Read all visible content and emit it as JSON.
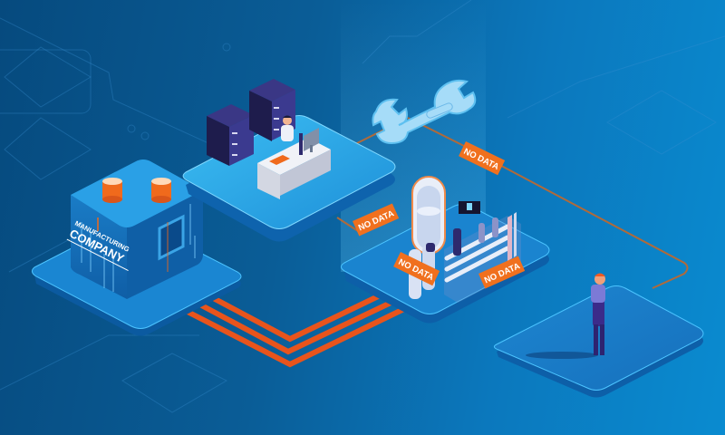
{
  "scene": {
    "title": "Manufacturing company data flow illustration",
    "colors": {
      "background_dark": "#064a7e",
      "background_light": "#0a8bd0",
      "platform_top": "#2fa7e6",
      "platform_light": "#3cbdf2",
      "platform_side": "#0f68b0",
      "accent_orange": "#f06a1c",
      "wrench": "#a6dcf8",
      "server_cabinet": "#2c2a66"
    }
  },
  "building": {
    "line1": "MANUFACTURING",
    "line2": "COMPANY"
  },
  "badges": [
    {
      "text": "NO DATA"
    },
    {
      "text": "NO DATA"
    },
    {
      "text": "NO DATA"
    },
    {
      "text": "NO DATA"
    }
  ],
  "icons": {
    "wrench": "wrench-icon",
    "servers": "server-cabinet-icon",
    "worker": "office-worker-icon",
    "engineer": "engineer-on-phone-icon",
    "water_system": "water-treatment-system-icon",
    "pipes": "orange-pipes-icon"
  }
}
